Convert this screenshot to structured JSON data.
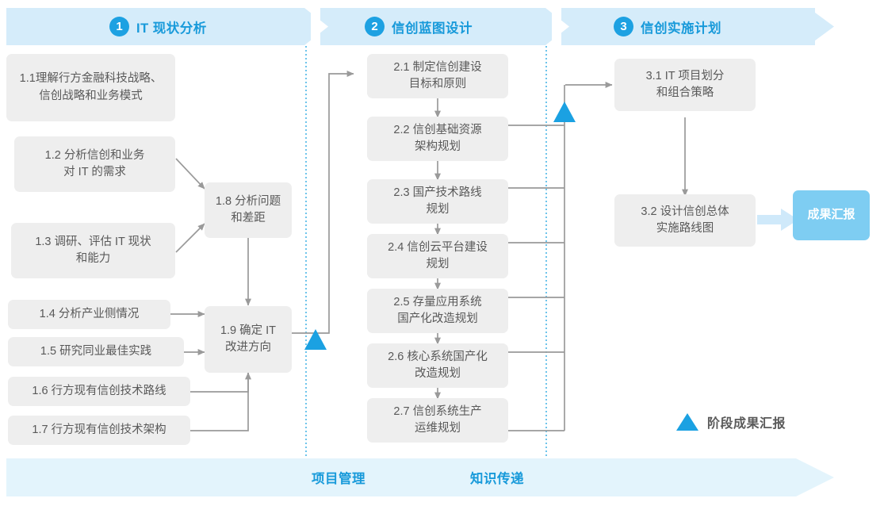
{
  "phases": [
    {
      "num": "1",
      "title": "IT 现状分析"
    },
    {
      "num": "2",
      "title": "信创蓝图设计"
    },
    {
      "num": "3",
      "title": "信创实施计划"
    }
  ],
  "stage1": [
    {
      "id": "1.1",
      "line1": "1.1理解行方金融科技战略、",
      "line2": "信创战略和业务模式"
    },
    {
      "id": "1.2",
      "line1": "1.2 分析信创和业务",
      "line2": "对 IT 的需求"
    },
    {
      "id": "1.3",
      "line1": "1.3 调研、评估 IT 现状",
      "line2": "和能力"
    },
    {
      "id": "1.4",
      "line1": "1.4 分析产业侧情况",
      "line2": ""
    },
    {
      "id": "1.5",
      "line1": "1.5 研究同业最佳实践",
      "line2": ""
    },
    {
      "id": "1.6",
      "line1": "1.6 行方现有信创技术路线",
      "line2": ""
    },
    {
      "id": "1.7",
      "line1": "1.7 行方现有信创技术架构",
      "line2": ""
    }
  ],
  "stage1_merge": [
    {
      "id": "1.8",
      "line1": "1.8 分析问题",
      "line2": "和差距"
    },
    {
      "id": "1.9",
      "line1": "1.9 确定 IT",
      "line2": "改进方向"
    }
  ],
  "stage2": [
    {
      "id": "2.1",
      "line1": "2.1 制定信创建设",
      "line2": "目标和原则"
    },
    {
      "id": "2.2",
      "line1": "2.2 信创基础资源",
      "line2": "架构规划"
    },
    {
      "id": "2.3",
      "line1": "2.3 国产技术路线",
      "line2": "规划"
    },
    {
      "id": "2.4",
      "line1": "2.4 信创云平台建设",
      "line2": "规划"
    },
    {
      "id": "2.5",
      "line1": "2.5 存量应用系统",
      "line2": "国产化改造规划"
    },
    {
      "id": "2.6",
      "line1": "2.6 核心系统国产化",
      "line2": "改造规划"
    },
    {
      "id": "2.7",
      "line1": "2.7 信创系统生产",
      "line2": "运维规划"
    }
  ],
  "stage3": [
    {
      "id": "3.1",
      "line1": "3.1 IT 项目划分",
      "line2": "和组合策略"
    },
    {
      "id": "3.2",
      "line1": "3.2 设计信创总体",
      "line2": "实施路线图"
    }
  ],
  "result": {
    "line1": "成果",
    "line2": "汇报"
  },
  "legend": {
    "icon": "triangle-up-icon",
    "label": "阶段成果汇报"
  },
  "footer": {
    "items": [
      "项目管理",
      "知识传递"
    ]
  },
  "colors": {
    "accent": "#189ada",
    "phase_bg": "#d5ecfa",
    "node_bg": "#eeeeee",
    "node_text": "#595959",
    "result_bg": "#7ecdf2",
    "footer_bg": "#e3f4fc",
    "wire": "#9a9a9a",
    "dotted": "#4ab6e6"
  }
}
